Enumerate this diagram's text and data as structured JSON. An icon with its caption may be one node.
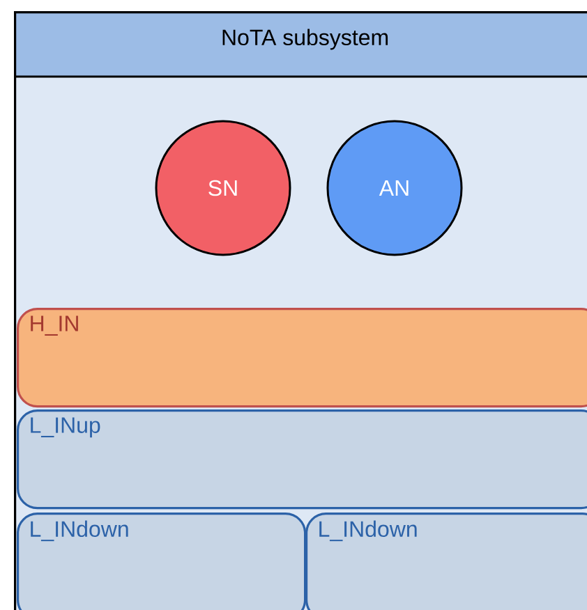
{
  "diagram": {
    "nodes": [
      {
        "text": [
          "NoTA subsystem"
        ]
      },
      {
        "text": [
          "SN"
        ],
        "in": 0
      },
      {
        "text": [
          "AN"
        ],
        "in": 0
      },
      {
        "text": [
          "H_IN"
        ],
        "in": 0
      },
      {
        "text": [
          "L_INup"
        ],
        "in": 0
      },
      {
        "text": [
          "L_INdown"
        ],
        "in": 0
      },
      {
        "text": [
          "L_INdown"
        ],
        "in": 0
      }
    ]
  }
}
